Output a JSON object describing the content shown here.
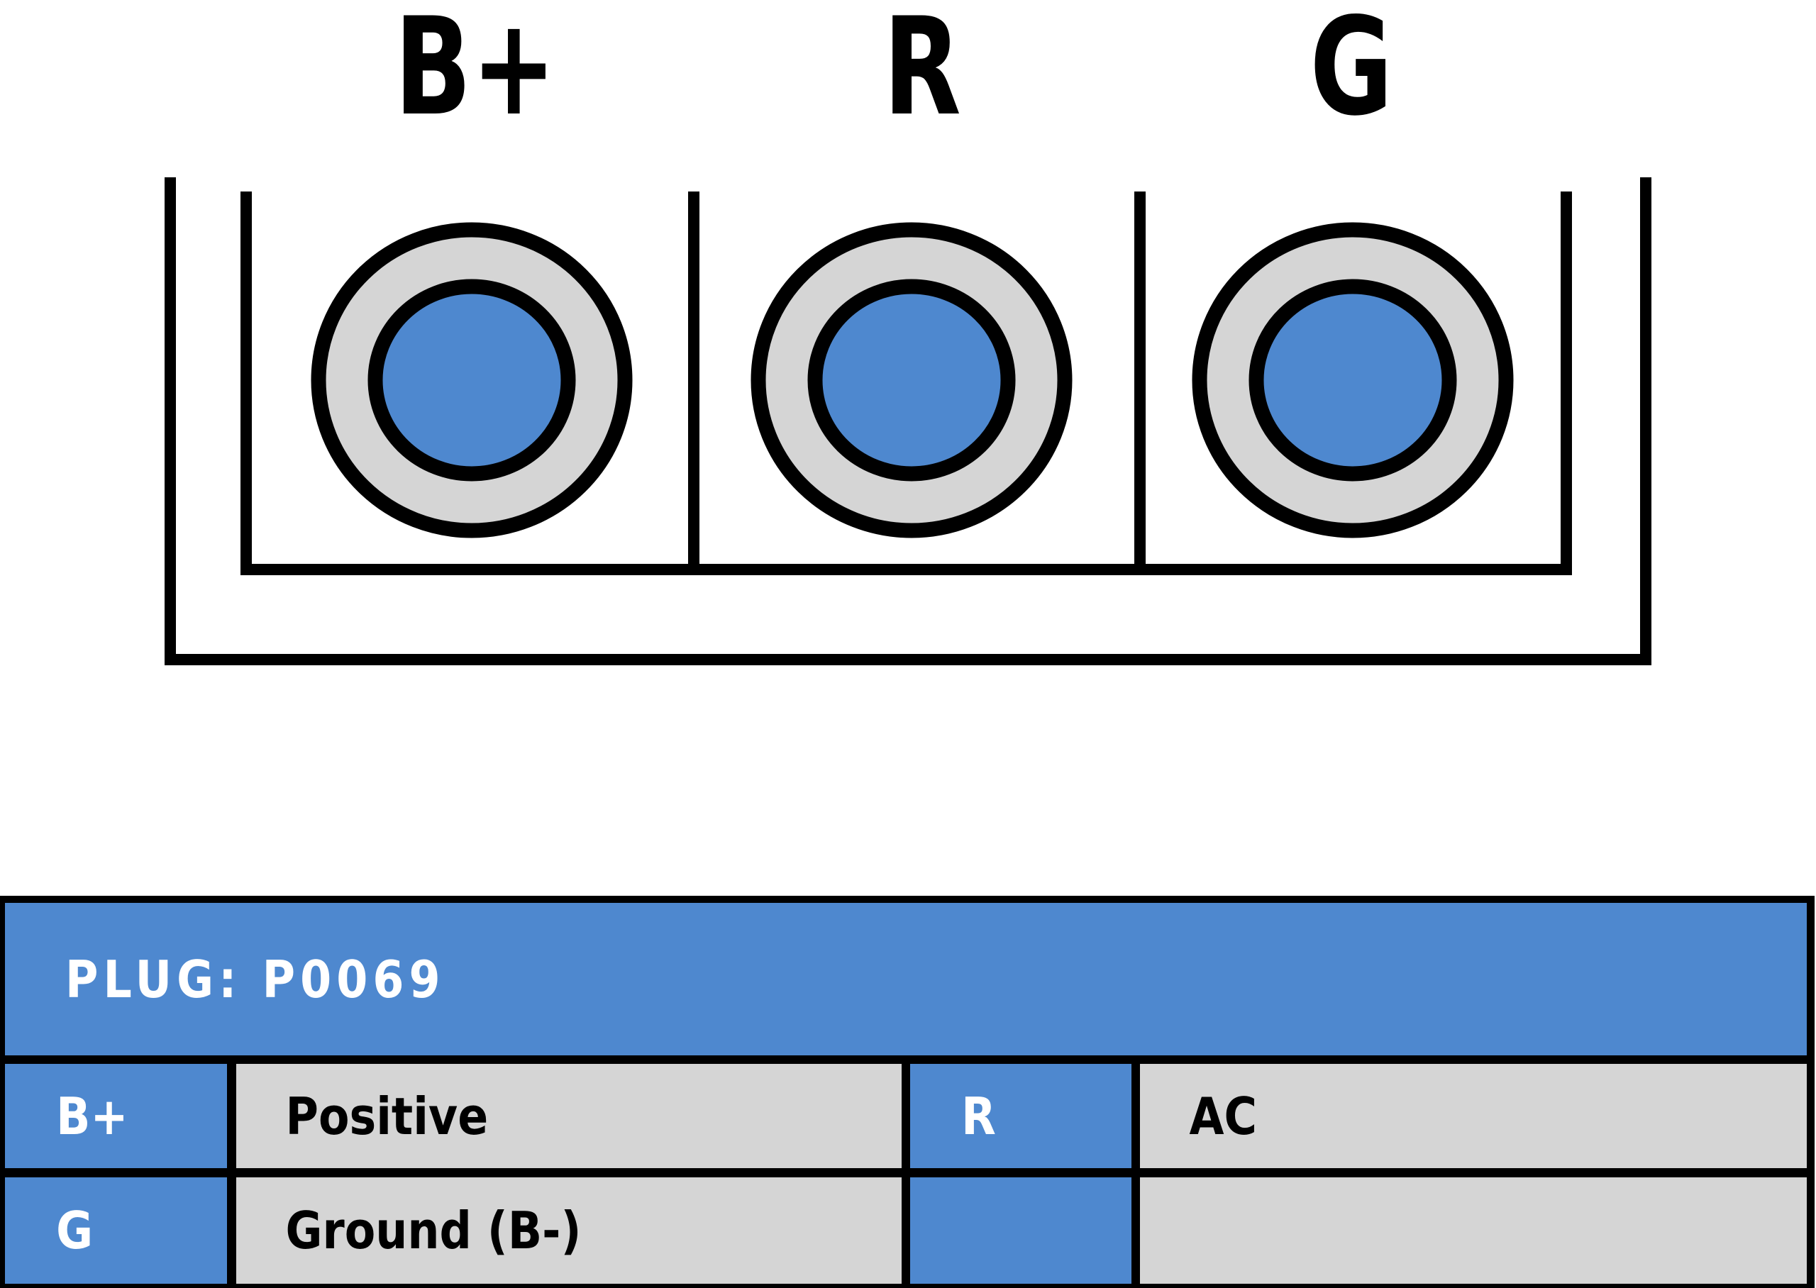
{
  "colors": {
    "accent_blue": "#4e88cf",
    "socket_gray": "#d5d5d5",
    "line_black": "#000000",
    "header_text_white": "#ffffff"
  },
  "diagram": {
    "terminals": [
      {
        "label": "B+"
      },
      {
        "label": "R"
      },
      {
        "label": "G"
      }
    ]
  },
  "table": {
    "title": "PLUG: P0069",
    "rows": [
      {
        "pin1": "B+",
        "desc1": "Positive",
        "pin2": "R",
        "desc2": "AC"
      },
      {
        "pin1": "G",
        "desc1": "Ground (B-)",
        "pin2": "",
        "desc2": ""
      }
    ]
  }
}
